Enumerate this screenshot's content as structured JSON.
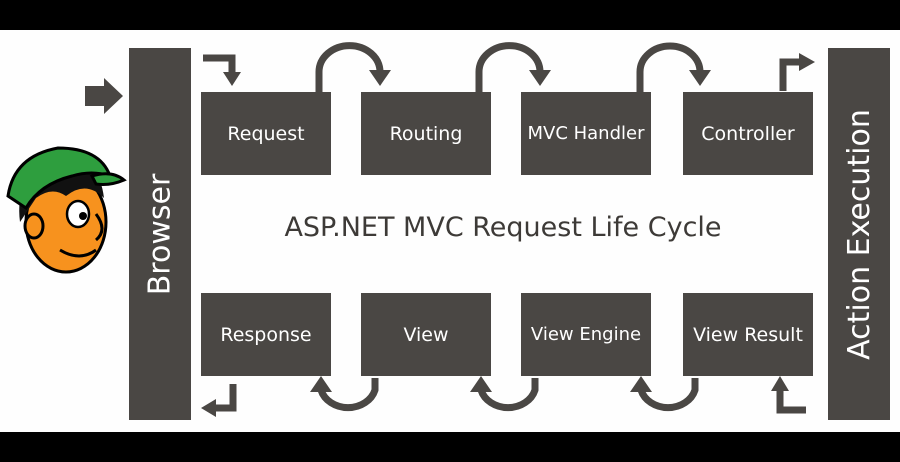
{
  "diagram": {
    "title": "ASP.NET MVC Request Life Cycle",
    "left_bar_label": "Browser",
    "right_bar_label": "Action Execution",
    "request_stages": [
      "Request",
      "Routing",
      "MVC Handler",
      "Controller"
    ],
    "response_stages": [
      "Response",
      "View",
      "View Engine",
      "View Result"
    ]
  },
  "colors": {
    "background": "#000000",
    "panel": "#fefefe",
    "box_fill": "#4a4744",
    "box_text": "#ffffff",
    "arrow": "#4a4744"
  },
  "icons": [
    "mascot-icon",
    "arrow-right-icon",
    "curved-arrow-icon"
  ]
}
